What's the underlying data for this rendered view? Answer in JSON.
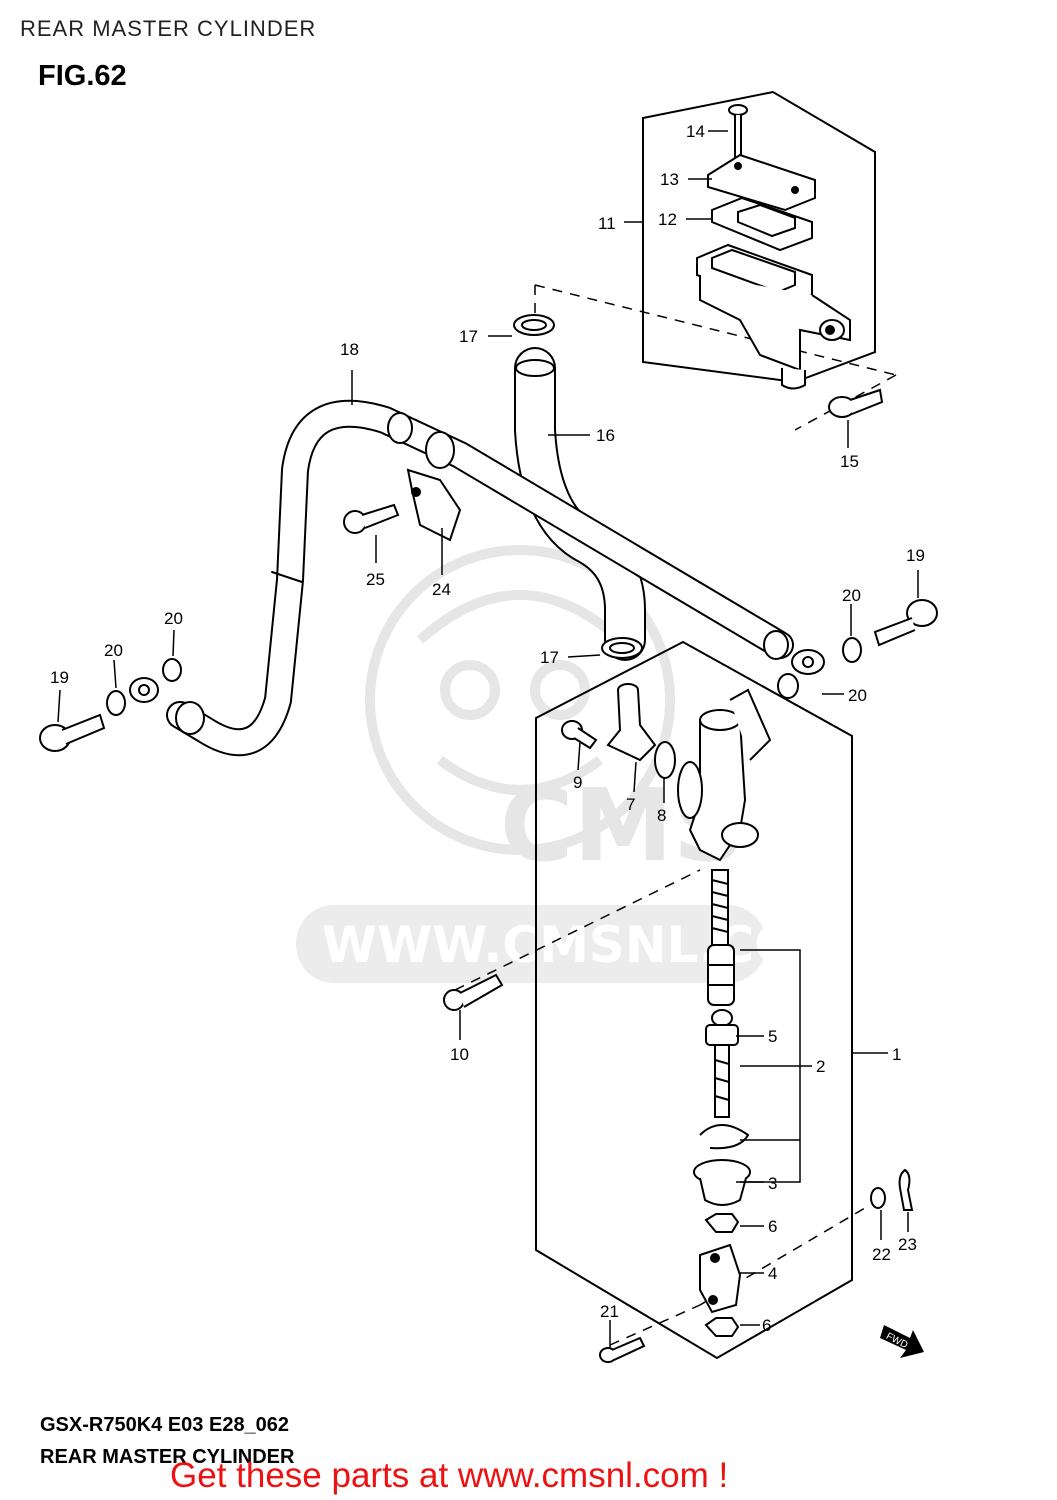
{
  "header": {
    "title": "REAR MASTER CYLINDER",
    "figure": "FIG.62"
  },
  "watermark": {
    "logo_text": "CMS",
    "url_text": "WWW.CMSNL.COM",
    "color": "#e3e3e3"
  },
  "callouts": [
    "1",
    "2",
    "3",
    "4",
    "5",
    "6",
    "6",
    "7",
    "8",
    "9",
    "10",
    "11",
    "12",
    "13",
    "14",
    "15",
    "16",
    "17",
    "17",
    "18",
    "19",
    "19",
    "20",
    "20",
    "20",
    "20",
    "21",
    "22",
    "23",
    "24",
    "25"
  ],
  "fwd_label": "FWD",
  "footer": {
    "model_line": "GSX-R750K4 E03 E28_062",
    "title_line": "REAR MASTER CYLINDER"
  },
  "promo": {
    "text": "Get these parts at www.cmsnl.com !",
    "color": "#ee1111"
  }
}
